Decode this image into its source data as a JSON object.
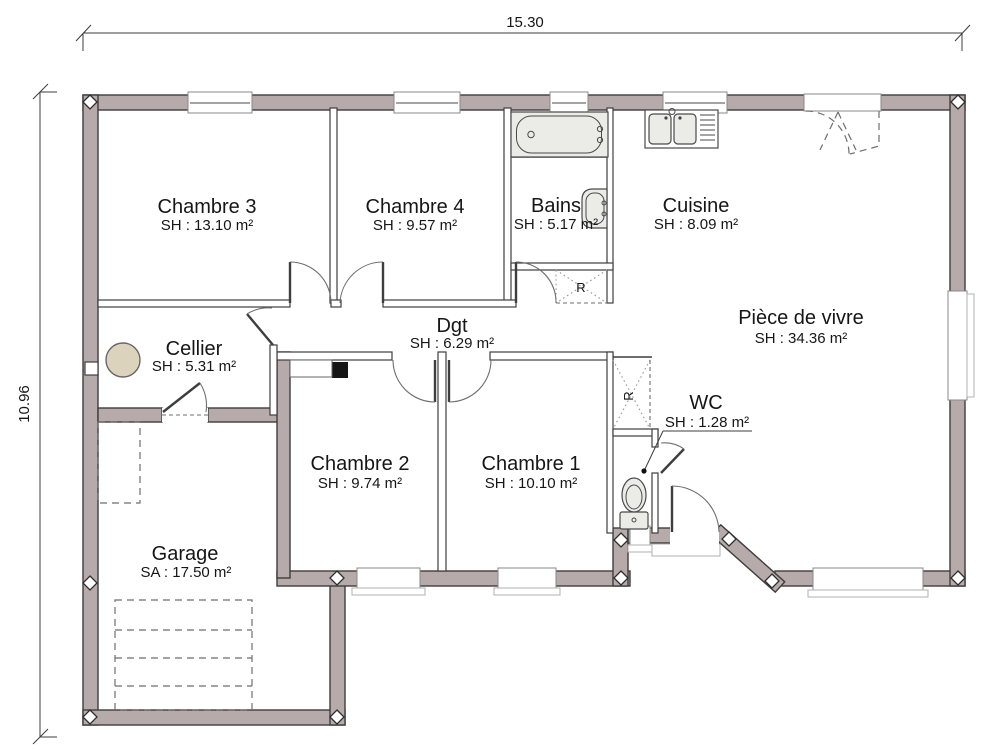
{
  "plan": {
    "type": "architectural-floor-plan",
    "overall_width_m": "15.30",
    "overall_height_m": "10.96"
  },
  "rooms": [
    {
      "name": "Chambre 3",
      "area": "SH : 13.10 m²"
    },
    {
      "name": "Chambre 4",
      "area": "SH : 9.57 m²"
    },
    {
      "name": "Bains",
      "area": "SH : 5.17 m²"
    },
    {
      "name": "Cuisine",
      "area": "SH : 8.09 m²"
    },
    {
      "name": "Pièce de vivre",
      "area": "SH : 34.36 m²"
    },
    {
      "name": "Cellier",
      "area": "SH : 5.31 m²"
    },
    {
      "name": "Dgt",
      "area": "SH : 6.29 m²"
    },
    {
      "name": "Chambre 2",
      "area": "SH : 9.74 m²"
    },
    {
      "name": "Chambre 1",
      "area": "SH : 10.10 m²"
    },
    {
      "name": "WC",
      "area": "SH : 1.28 m²"
    },
    {
      "name": "Garage",
      "area": "SA : 17.50 m²"
    }
  ],
  "labels": {
    "closet": "R"
  },
  "colors": {
    "wall_fill": "#b6aaaa",
    "wall_stroke": "#3e3e3e",
    "fixture_fill": "#ebebe8",
    "water_heater_fill": "#dcd3bd",
    "background": "#ffffff"
  }
}
